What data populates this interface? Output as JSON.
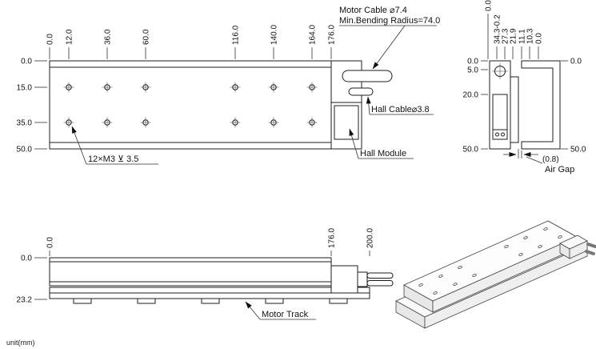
{
  "drawing": {
    "units_note": "unit(mm)",
    "plan_view": {
      "x_dims": [
        "0.0",
        "12.0",
        "36.0",
        "60.0",
        "116.0",
        "140.0",
        "164.0",
        "176.0"
      ],
      "y_dims": [
        "0.0",
        "15.0",
        "35.0",
        "50.0"
      ],
      "motor_cable_note_line1": "Motor Cable ⌀7.4",
      "motor_cable_note_line2": "Min.Bending Radius=74.0",
      "hall_cable_note": "Hall Cable⌀3.8",
      "hall_module_note": "Hall Module",
      "tap_note": "12×M3 ⊻ 3.5"
    },
    "section_view": {
      "x_dims": [
        "0.0",
        "34.3-0.2",
        "27.3",
        "21.9",
        "11.1",
        "10.3",
        "0.0"
      ],
      "left_dims": [
        "0.0",
        "5.0",
        "20.0",
        "50.0"
      ],
      "right_dims": [
        "0.0",
        "50.0"
      ],
      "air_gap_value": "(0.8)",
      "air_gap_label": "Air Gap"
    },
    "elevation_view": {
      "x_dims": [
        "0.0",
        "176.0",
        "200.0"
      ],
      "y_dims": [
        "0.0",
        "23.2"
      ],
      "track_note": "Motor Track"
    }
  }
}
